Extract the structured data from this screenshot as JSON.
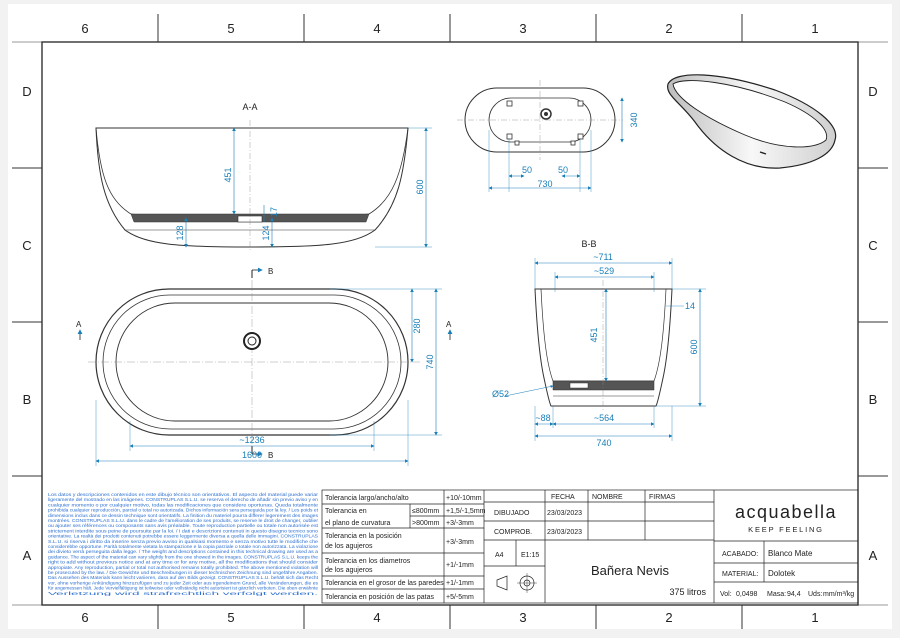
{
  "frame": {
    "top_columns": [
      "6",
      "5",
      "4",
      "3",
      "2",
      "1"
    ],
    "bottom_columns": [
      "6",
      "5",
      "4",
      "3",
      "2",
      "1"
    ],
    "left_rows": [
      "D",
      "C",
      "B",
      "A"
    ],
    "right_rows": [
      "D",
      "C",
      "B",
      "A"
    ]
  },
  "views": {
    "section_aa_label": "A-A",
    "section_bb_label": "B-B",
    "cut_marker_a": "A",
    "cut_marker_b": "B"
  },
  "dimensions": {
    "d451_front": "451",
    "d600_front": "600",
    "d128": "128",
    "d124": "124",
    "d17": "17",
    "d340": "340",
    "d730": "730",
    "d50a": "50",
    "d50b": "50",
    "d280": "280",
    "d740_plan": "740",
    "d1236": "~1236",
    "d1600": "1600",
    "d711": "~711",
    "d529": "~529",
    "d14": "14",
    "d451_side": "451",
    "d600_side": "600",
    "d52": "Ø52",
    "d88": "~88",
    "d564": "~564",
    "d740_side": "740"
  },
  "disclaimer": [
    "Los datos y descripciones contenidos en este dibujo técnico son orientativos. El aspecto del material puede variar",
    "ligeramente del mostrado en las imágenes. CONSTRUPLAS S.L.U. se reserva el derecho de añadir sin previo aviso y en",
    "cualquier momento o por cualquier motivo, todas las modificaciones que considere oportunas. Queda totalmente",
    "prohibida cualquier reproducción, parcial o total no autorizada. Dichos información sera perseguida por la ley. / Les poids et",
    "dimensions inclus dans ce dessin technique sont orientatifs. La finition du materiel pourra differer legerement des images",
    "montrées. CONSTRUPLAS S.L.U. dans le cadre de l'amélioration de ses produits, se reserve le droit de changer, oublier",
    "ou ajouter ses références ou composants sans avis préalable. Toute reproduction partielle ou totale non autorisée est",
    "strictement interdite sous peine de poursuite par la loi. / I dati e descrizioni contenuti in questo disegno tecnico sono",
    "orientative. La realtà dei prodotti contenuti potrebbe essere leggermente diversa a quella delle immagini. CONSTRUPLAS",
    "S.L.U. si riserva i diritto da inserire senza previo avviso in qualsiasi momento e senza motivo tutte le modifiche che",
    "considerebbe opportune. Parità totalmente vietata la stampazione e la copia parziale o totale non autorizzata. La violazione",
    "dei divieto verrà perseguita dalla legge. / The weight and descriptions contained in this technical drawing are used as a",
    "guidance. The aspect of the material can vary slightly from the one showed in the images. CONSTRUPLAS S.L.U. keeps the",
    "right to add without previous notice and at any time or for any motive, all the modifications that should consider",
    "appropiate. Any reproduction, partial or total not authorised remains totally prohibited. The above mentioned violation will",
    "be prosecuted by the law. / Die Gewichte und Beschreibungen in dieser technischen Zeichnung sind ungefähre Angaben.",
    "Das Aussehen des Materials kann leicht variieren, dass auf den Bilds gezeigt. CONSTRUPLAS S.L.U. behält sich das Recht",
    "vor, ohne vorherige Ankündigung hinzuzufügen und zu jeder Zeit oder aus irgendeinem Grund, alle Veränderungen, die es",
    "für angemessen hält. Jede Vervielfältigung ist teilweise oder vollständig nicht autorisiert ist gänzlich verboten. Die oben erwähnte",
    "Verletzung wird strafrechtlich verfolgt werden."
  ],
  "tolerances": [
    {
      "label": "Tolerancia largo/ancho/alto",
      "sub": "",
      "value": "+10/-10mm"
    },
    {
      "label": "Tolerancia en",
      "sub": "≤800mm",
      "value": "+1,5/-1,5mm"
    },
    {
      "label": "el plano de curvatura",
      "sub": ">800mm",
      "value": "+3/-3mm"
    },
    {
      "label": "Tolerancia en la posición",
      "label2": "de los agujeros",
      "value": "+3/-3mm"
    },
    {
      "label": "Tolerancia en los diametros",
      "label2": "de los agujeros",
      "value": "+1/-1mm"
    },
    {
      "label": "Tolerancia en el grosor de las paredes",
      "value": "+1/-1mm"
    },
    {
      "label": "Tolerancia en posición de las patas",
      "value": "+5/-5mm"
    }
  ],
  "approvals": {
    "headers": {
      "fecha": "FECHA",
      "nombre": "NOMBRE",
      "firmas": "FIRMAS"
    },
    "rows": [
      {
        "label": "DIBUJADO",
        "date": "23/03/2023"
      },
      {
        "label": "COMPROB.",
        "date": "23/03/2023"
      }
    ]
  },
  "sheet": {
    "size": "A4",
    "scale": "E1:15"
  },
  "product": {
    "name": "Bañera Nevis",
    "capacity": "375 litros"
  },
  "brand": {
    "name": "acquabella",
    "tagline": "KEEP FEELING"
  },
  "specs": {
    "finish_label": "ACABADO:",
    "finish_value": "Blanco Mate",
    "material_label": "MATERIAL:",
    "material_value": "Dolotek",
    "volume_label": "Vol:",
    "volume_value": "0,0498",
    "mass_label": "Masa:",
    "mass_value": "94,4",
    "units_label": "Uds:",
    "units_value": "mm/m³/kg"
  }
}
